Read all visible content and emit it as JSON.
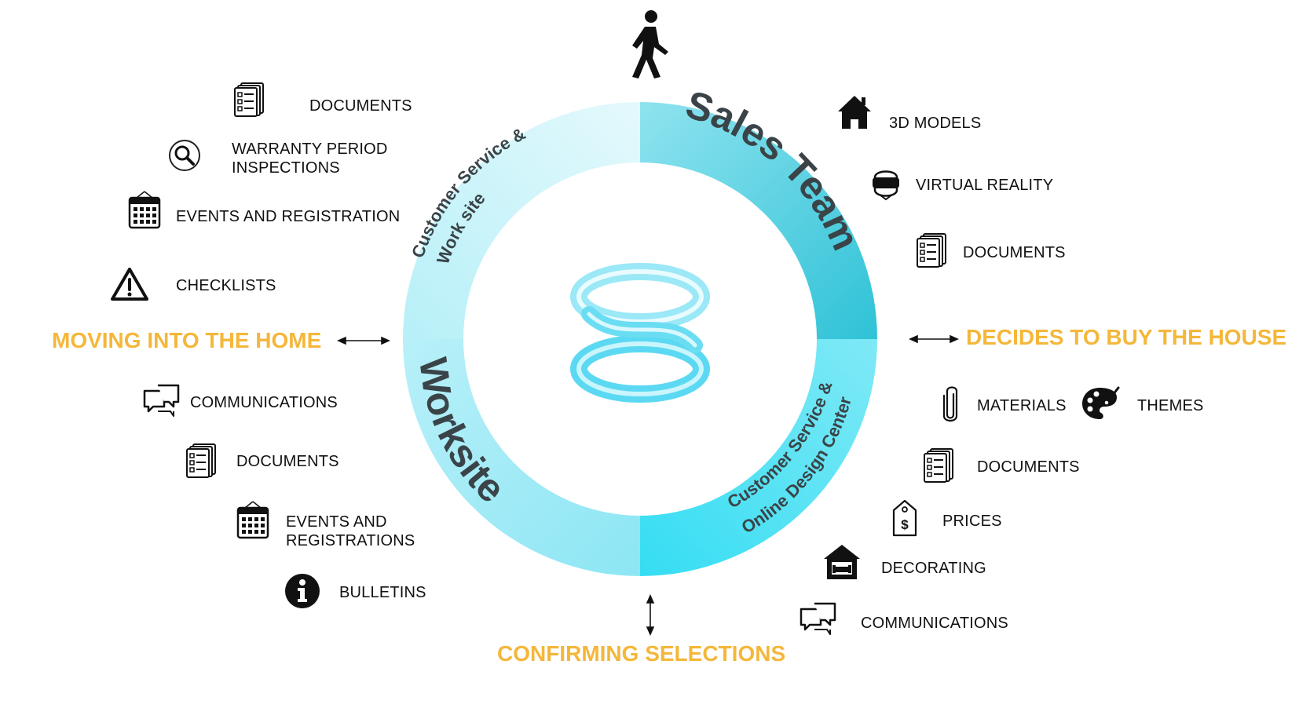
{
  "colors": {
    "stage_label": "#F4B73A",
    "ring_top_right": "#3BC7DA",
    "ring_top_left": "#D9F7FB",
    "ring_bottom_left": "#98E9F6",
    "ring_bottom_right": "#44E1F4",
    "ring_text": "#3a4448",
    "icon": "#111111"
  },
  "ring": {
    "sales": "Sales Team",
    "cs_work_1": "Customer Service &",
    "cs_work_2": "Work site",
    "cs_online_1": "Customer Service &",
    "cs_online_2": "Online Design Center",
    "worksite": "Worksite"
  },
  "stages": {
    "buy": "DECIDES TO BUY THE HOUSE",
    "moving": "MOVING INTO THE HOME",
    "confirming": "CONFIRMING SELECTIONS"
  },
  "top_left": {
    "documents": "DOCUMENTS",
    "warranty_1": "WARRANTY PERIOD",
    "warranty_2": "INSPECTIONS",
    "events": "EVENTS AND REGISTRATION",
    "checklists": "CHECKLISTS"
  },
  "top_right": {
    "models": "3D MODELS",
    "vr": "VIRTUAL REALITY",
    "documents": "DOCUMENTS"
  },
  "bottom_left": {
    "communications": "COMMUNICATIONS",
    "documents": "DOCUMENTS",
    "events_1": "EVENTS AND",
    "events_2": "REGISTRATIONS",
    "bulletins": "BULLETINS"
  },
  "bottom_right": {
    "materials": "MATERIALS",
    "themes": "THEMES",
    "documents": "DOCUMENTS",
    "prices": "PRICES",
    "decorating": "DECORATING",
    "communications": "COMMUNICATIONS"
  },
  "icons": {
    "walking": "walking-person-icon",
    "document": "document-stack-icon",
    "search": "magnifier-icon",
    "calendar": "calendar-icon",
    "warning": "warning-triangle-icon",
    "house": "house-icon",
    "vr": "vr-headset-icon",
    "chat": "chat-bubbles-icon",
    "info": "info-icon",
    "clip": "paperclip-icon",
    "palette": "palette-icon",
    "tag": "price-tag-icon",
    "decor": "home-sofa-icon",
    "logo": "swirl-logo"
  }
}
